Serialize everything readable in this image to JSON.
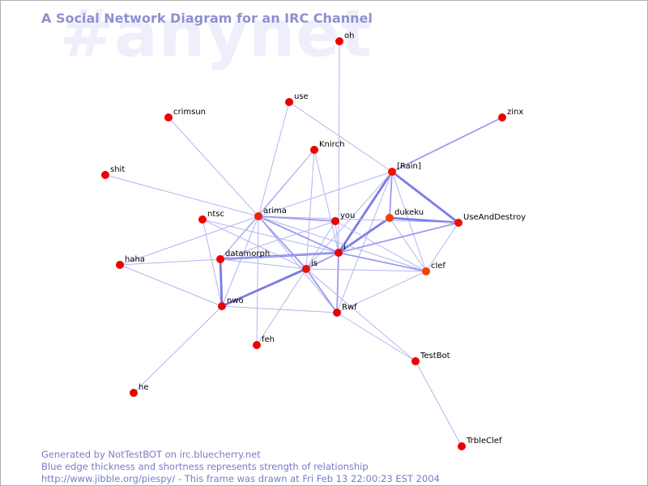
{
  "header": {
    "title": "A Social Network Diagram for an IRC Channel",
    "watermark": "#anynet"
  },
  "graph": {
    "nodes": [
      {
        "id": "oh",
        "label": "oh",
        "color": "#ee0000"
      },
      {
        "id": "use",
        "label": "use",
        "color": "#ee0000"
      },
      {
        "id": "crimsun",
        "label": "crimsun",
        "color": "#ee0000"
      },
      {
        "id": "zinx",
        "label": "zinx",
        "color": "#ee0000"
      },
      {
        "id": "Knirch",
        "label": "Knirch",
        "color": "#ee0000"
      },
      {
        "id": "shit",
        "label": "shit",
        "color": "#ee0000"
      },
      {
        "id": "Rain",
        "label": "[Rain]",
        "color": "#ee1100"
      },
      {
        "id": "arima",
        "label": "arima",
        "color": "#ee2200"
      },
      {
        "id": "ntsc",
        "label": "ntsc",
        "color": "#ee0000"
      },
      {
        "id": "you",
        "label": "you",
        "color": "#ee0000"
      },
      {
        "id": "dukeku",
        "label": "dukeku",
        "color": "#ee4400"
      },
      {
        "id": "UseAndDestroy",
        "label": "UseAndDestroy",
        "color": "#ee1100"
      },
      {
        "id": "i",
        "label": "i",
        "color": "#ee0000"
      },
      {
        "id": "haha",
        "label": "haha",
        "color": "#ee0000"
      },
      {
        "id": "datamorph",
        "label": "datamorph",
        "color": "#ee0000"
      },
      {
        "id": "is",
        "label": "is",
        "color": "#ee1100"
      },
      {
        "id": "clef",
        "label": "clef",
        "color": "#ee4400"
      },
      {
        "id": "nwo",
        "label": "nwo",
        "color": "#ee0000"
      },
      {
        "id": "Rwf",
        "label": "Rwf",
        "color": "#ee0000"
      },
      {
        "id": "feh",
        "label": "feh",
        "color": "#ee0000"
      },
      {
        "id": "TestBot",
        "label": "TestBot",
        "color": "#ee0000"
      },
      {
        "id": "he",
        "label": "he",
        "color": "#ee0000"
      },
      {
        "id": "TrbleClef",
        "label": "TrbleClef",
        "color": "#ee0000"
      }
    ],
    "edges": [
      {
        "from": "oh",
        "to": "i",
        "weight": 1
      },
      {
        "from": "use",
        "to": "arima",
        "weight": 1
      },
      {
        "from": "use",
        "to": "Rain",
        "weight": 1
      },
      {
        "from": "crimsun",
        "to": "arima",
        "weight": 1
      },
      {
        "from": "zinx",
        "to": "Rain",
        "weight": 2
      },
      {
        "from": "Knirch",
        "to": "arima",
        "weight": 1
      },
      {
        "from": "Knirch",
        "to": "i",
        "weight": 1
      },
      {
        "from": "Knirch",
        "to": "is",
        "weight": 1
      },
      {
        "from": "Knirch",
        "to": "datamorph",
        "weight": 1
      },
      {
        "from": "shit",
        "to": "arima",
        "weight": 1
      },
      {
        "from": "Rain",
        "to": "i",
        "weight": 3
      },
      {
        "from": "Rain",
        "to": "UseAndDestroy",
        "weight": 3
      },
      {
        "from": "Rain",
        "to": "dukeku",
        "weight": 2
      },
      {
        "from": "Rain",
        "to": "clef",
        "weight": 1
      },
      {
        "from": "Rain",
        "to": "arima",
        "weight": 1
      },
      {
        "from": "Rain",
        "to": "is",
        "weight": 1
      },
      {
        "from": "Rain",
        "to": "Rwf",
        "weight": 1
      },
      {
        "from": "dukeku",
        "to": "UseAndDestroy",
        "weight": 3
      },
      {
        "from": "dukeku",
        "to": "i",
        "weight": 3
      },
      {
        "from": "dukeku",
        "to": "clef",
        "weight": 1
      },
      {
        "from": "UseAndDestroy",
        "to": "i",
        "weight": 2
      },
      {
        "from": "UseAndDestroy",
        "to": "clef",
        "weight": 1
      },
      {
        "from": "UseAndDestroy",
        "to": "arima",
        "weight": 1
      },
      {
        "from": "arima",
        "to": "you",
        "weight": 2
      },
      {
        "from": "arima",
        "to": "i",
        "weight": 2
      },
      {
        "from": "arima",
        "to": "is",
        "weight": 2
      },
      {
        "from": "arima",
        "to": "datamorph",
        "weight": 1
      },
      {
        "from": "arima",
        "to": "nwo",
        "weight": 1
      },
      {
        "from": "arima",
        "to": "Rwf",
        "weight": 1
      },
      {
        "from": "arima",
        "to": "feh",
        "weight": 1
      },
      {
        "from": "arima",
        "to": "haha",
        "weight": 1
      },
      {
        "from": "arima",
        "to": "clef",
        "weight": 1
      },
      {
        "from": "ntsc",
        "to": "i",
        "weight": 1
      },
      {
        "from": "ntsc",
        "to": "nwo",
        "weight": 1
      },
      {
        "from": "ntsc",
        "to": "is",
        "weight": 1
      },
      {
        "from": "you",
        "to": "i",
        "weight": 1
      },
      {
        "from": "you",
        "to": "is",
        "weight": 1
      },
      {
        "from": "you",
        "to": "datamorph",
        "weight": 1
      },
      {
        "from": "you",
        "to": "clef",
        "weight": 1
      },
      {
        "from": "i",
        "to": "is",
        "weight": 2
      },
      {
        "from": "i",
        "to": "datamorph",
        "weight": 3
      },
      {
        "from": "i",
        "to": "nwo",
        "weight": 1
      },
      {
        "from": "i",
        "to": "Rwf",
        "weight": 2
      },
      {
        "from": "i",
        "to": "clef",
        "weight": 2
      },
      {
        "from": "haha",
        "to": "i",
        "weight": 1
      },
      {
        "from": "haha",
        "to": "nwo",
        "weight": 1
      },
      {
        "from": "datamorph",
        "to": "nwo",
        "weight": 3
      },
      {
        "from": "datamorph",
        "to": "is",
        "weight": 1
      },
      {
        "from": "is",
        "to": "nwo",
        "weight": 3
      },
      {
        "from": "is",
        "to": "Rwf",
        "weight": 2
      },
      {
        "from": "is",
        "to": "feh",
        "weight": 1
      },
      {
        "from": "is",
        "to": "clef",
        "weight": 1
      },
      {
        "from": "is",
        "to": "TestBot",
        "weight": 1
      },
      {
        "from": "clef",
        "to": "Rwf",
        "weight": 1
      },
      {
        "from": "Rwf",
        "to": "nwo",
        "weight": 1
      },
      {
        "from": "Rwf",
        "to": "TestBot",
        "weight": 1
      },
      {
        "from": "nwo",
        "to": "he",
        "weight": 1
      },
      {
        "from": "TestBot",
        "to": "TrbleClef",
        "weight": 1
      }
    ]
  },
  "footer": {
    "line1": "Generated by NotTestBOT on irc.bluecherry.net",
    "line2": "Blue edge thickness and shortness represents strength of relationship",
    "line3": "http://www.jibble.org/piespy/ - This frame was drawn at Fri Feb 13 22:00:23 EST 2004"
  }
}
